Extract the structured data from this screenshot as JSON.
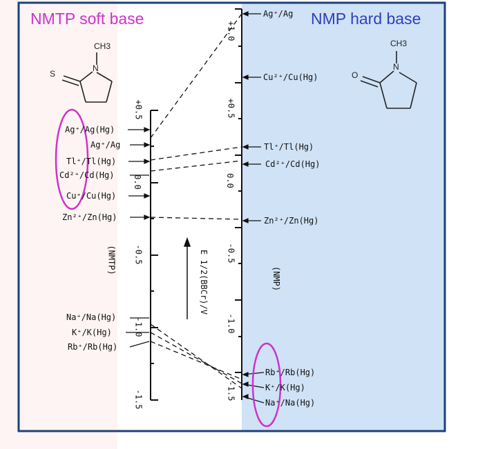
{
  "left_heading": "NMTP soft base",
  "right_heading": "NMP hard base",
  "colors": {
    "left_heading": "#cc33cc",
    "right_heading": "#2f3fbf",
    "right_panel": "#cfe2f6",
    "left_panel": "#fdf4f3",
    "frame": "#1f3f7a",
    "ellipse": "#cc33cc"
  },
  "left_molecule": {
    "s_label": "S",
    "n_label": "N",
    "methyl_label": "CH3"
  },
  "right_molecule": {
    "o_label": "O",
    "n_label": "N",
    "methyl_label": "CH3"
  },
  "left_axis": {
    "tick_labels": [
      "+0.5",
      "0.0",
      "-0.5",
      "-1.0",
      "-1.5"
    ],
    "axis_label": "(NMTP)"
  },
  "right_axis": {
    "tick_labels": [
      "+1.0",
      "+0.5",
      "0.0",
      "-0.5",
      "-1.0",
      "-1.5"
    ],
    "axis_label": "(NMP)"
  },
  "center_label": "E 1/2(BBCr)/V",
  "left_couples": {
    "ag_hg": "Ag⁺/Ag(Hg)",
    "ag": "Ag⁺/Ag",
    "tl_hg": "Tl⁺/Tl(Hg)",
    "cd_hg": "Cd²⁺/Cd(Hg)",
    "cu_hg": "Cu⁺/Cu(Hg)",
    "zn_hg": "Zn²⁺/Zn(Hg)",
    "na_hg": "Na⁺/Na(Hg)",
    "k_hg": "K⁺/K(Hg)",
    "rb_hg": "Rb⁺/Rb(Hg)"
  },
  "right_couples": {
    "ag": "Ag⁺/Ag",
    "cu_hg": "Cu²⁺/Cu(Hg)",
    "tl_hg": "Tl⁺/Tl(Hg)",
    "cd_hg": "Cd²⁺/Cd(Hg)",
    "zn_hg": "Zn²⁺/Zn(Hg)",
    "rb_hg": "Rb⁺/Rb(Hg)",
    "k_hg": "K⁺/K(Hg)",
    "na_hg": "Na⁺/Na(Hg)"
  }
}
